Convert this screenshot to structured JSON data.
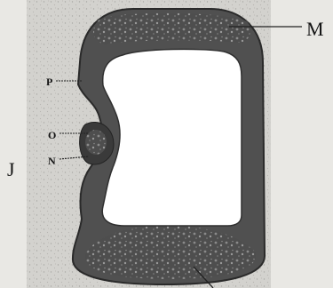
{
  "labels": {
    "m": "M",
    "p": "P",
    "o": "O",
    "n": "N",
    "j": "J"
  },
  "colors": {
    "paper": "#e9e8e4",
    "scan_panel": "#d3d2ce",
    "wall": "#505050",
    "wall_dark": "#2f2f2f",
    "lumen": "#ffffff",
    "ink": "#151515"
  }
}
